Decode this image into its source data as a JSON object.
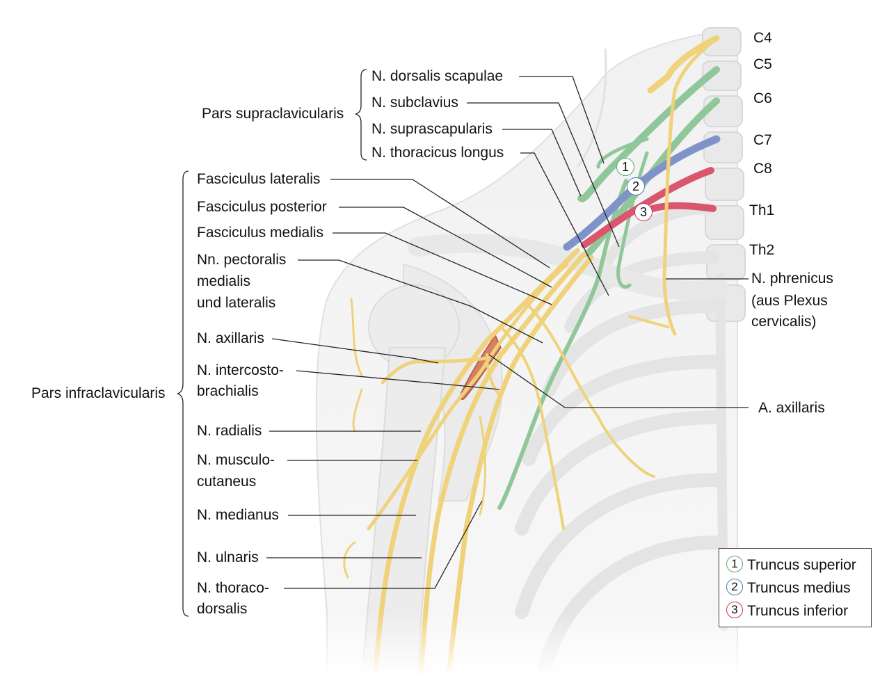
{
  "colors": {
    "nerve": "#efd27a",
    "nerve_edge": "#c9a94a",
    "trunk_superior": "#8fc79a",
    "trunk_medius": "#7f93c9",
    "trunk_inferior": "#d9566d",
    "artery": "#d98063",
    "bone": "#ededed",
    "leader": "#222222"
  },
  "spinal_levels": [
    "C4",
    "C5",
    "C6",
    "C7",
    "C8",
    "Th1",
    "Th2"
  ],
  "groups": {
    "supra": "Pars supraclavicularis",
    "infra": "Pars infraclavicularis"
  },
  "labels": {
    "dorsalis_scapulae": "N. dorsalis scapulae",
    "subclavius": "N. subclavius",
    "suprascapularis": "N. suprascapularis",
    "thoracicus_longus": "N. thoracicus longus",
    "fasc_lateralis": "Fasciculus lateralis",
    "fasc_posterior": "Fasciculus posterior",
    "fasc_medialis": "Fasciculus medialis",
    "pectoralis_1": "Nn. pectoralis",
    "pectoralis_2": "medialis",
    "pectoralis_3": "und lateralis",
    "axillaris": "N. axillaris",
    "intercosto_1": "N. intercosto-",
    "intercosto_2": "brachialis",
    "radialis": "N. radialis",
    "musculo_1": "N. musculo-",
    "musculo_2": "cutaneus",
    "medianus": "N. medianus",
    "ulnaris": "N. ulnaris",
    "thoraco_1": "N. thoraco-",
    "thoraco_2": "dorsalis",
    "phrenicus_1": "N. phrenicus",
    "phrenicus_2": "(aus Plexus",
    "phrenicus_3": "cervicalis)",
    "a_axillaris": "A. axillaris"
  },
  "trunks": [
    {
      "number": "1",
      "name": "Truncus superior",
      "color": "#5aa86a"
    },
    {
      "number": "2",
      "name": "Truncus medius",
      "color": "#4a78b8"
    },
    {
      "number": "3",
      "name": "Truncus inferior",
      "color": "#c23a5e"
    }
  ]
}
